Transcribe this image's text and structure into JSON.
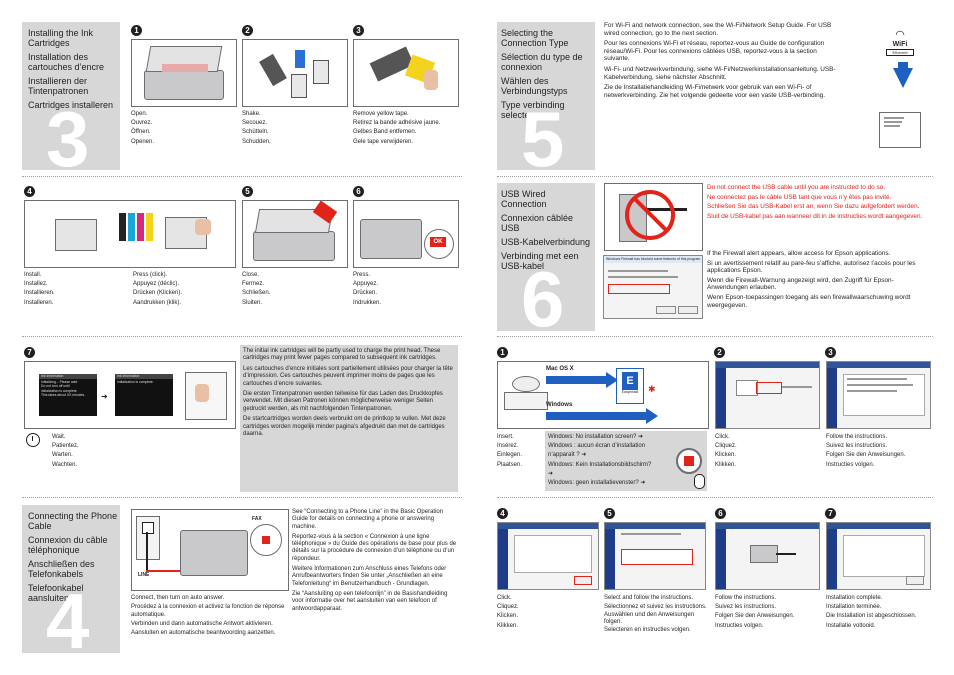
{
  "section3": {
    "titles": [
      "Installing the Ink Cartridges",
      "Installation des cartouches d’encre",
      "Installieren der Tintenpatronen",
      "Cartridges installeren"
    ],
    "number": "3",
    "step1": {
      "num": "1",
      "lines": [
        "Open.",
        "Ouvrez.",
        "Öffnen.",
        "Openen."
      ]
    },
    "step2": {
      "num": "2",
      "lines": [
        "Shake.",
        "Secouez.",
        "Schütteln.",
        "Schudden."
      ]
    },
    "step3": {
      "num": "3",
      "lines": [
        "Remove yellow tape.",
        "Retirez la bande adhésive jaune.",
        "Gelbes Band entfernen.",
        "Gele tape verwijderen."
      ]
    },
    "step4": {
      "num": "4",
      "lines_a": [
        "Install.",
        "Installez.",
        "Installieren.",
        "Installeren."
      ],
      "lines_b": [
        "Press (click).",
        "Appuyez (déclic).",
        "Drücken (Klicken).",
        "Aandrukken (klik)."
      ]
    },
    "step5": {
      "num": "5",
      "lines": [
        "Close.",
        "Fermez.",
        "Schließen.",
        "Sluiten."
      ]
    },
    "step6": {
      "num": "6",
      "lines": [
        "Press.",
        "Appuyez.",
        "Drücken.",
        "Indrukken."
      ],
      "ok": "OK"
    },
    "step7": {
      "num": "7",
      "lines": [
        "Wait.",
        "Patientez.",
        "Warten.",
        "Wachten."
      ],
      "screen1_title": "Ink Information",
      "screen1_lines": [
        "Initializing... Please wait.",
        "",
        "Do not turn off until",
        "initialization is complete.",
        "This takes about XX minutes."
      ],
      "screen2_title": "Ink Information",
      "screen2_lines": [
        "Initialization is complete."
      ]
    },
    "ink_note": [
      "The initial ink cartridges will be partly used to charge the print head. These cartridges may print fewer pages compared to subsequent ink cartridges.",
      "Les cartouches d’encre initiales sont partiellement utilisées pour charger la tête d’impression. Ces cartouches peuvent imprimer moins de pages que les cartouches d’encre suivantes.",
      "Die ersten Tintenpatronen werden teilweise für das Laden des Druckkopfes verwendet. Mit diesen Patronen können möglicherweise weniger Seiten gedruckt werden, als mit nachfolgenden Tintenpatronen.",
      "De startcartridges worden deels verbruikt om de printkop te vullen. Met deze cartridges worden mogelijk minder pagina’s afgedrukt dan met de cartridges daarna."
    ]
  },
  "section4": {
    "titles": [
      "Connecting the Phone Cable",
      "Connexion du câble téléphonique",
      "Anschließen des Telefonkabels",
      "Telefoonkabel aansluiten"
    ],
    "number": "4",
    "fax_label": "FAX",
    "line_label": "LINE",
    "lines": [
      "Connect, then turn on auto answer.",
      "Procédez à la connexion et activez la fonction de réponse automatique.",
      "Verbinden und dann automatische Antwort aktivieren.",
      "Aansluiten en automatische beantwoording aanzetten."
    ],
    "note": [
      "See “Connecting to a Phone Line” in the Basic Operation Guide for details on connecting a phone or answering machine.",
      "Reportez-vous à la section « Connexion à une ligne téléphonique » du Guide des opérations de base pour plus de détails sur la procédure de connexion d’un téléphone ou d’un répondeur.",
      "Weitere Informationen zum Anschluss eines Telefons oder Anrufbeantworters finden Sie unter „Anschließen an eine Telefonleitung“ im Benutzerhandbuch - Grundlagen.",
      "Zie “Aansluiting op een telefoonlijn” in de Basishandleiding voor informatie over het aansluiten van een telefoon of antwoordapparaat."
    ]
  },
  "section5": {
    "titles": [
      "Selecting the Connection Type",
      "Sélection du type de connexion",
      "Wählen des Verbindungstyps",
      "Type verbinding selecteren"
    ],
    "number": "5",
    "paras": [
      "For Wi-Fi and network connection, see the Wi-Fi/Network Setup Guide. For USB wired connection, go to the next section.",
      "Pour les connexions Wi-Fi et réseau, reportez-vous au Guide de configuration réseau/Wi-Fi. Pour les connexions câblées USB, reportez-vous à la section suivante.",
      "Wi-Fi- und Netzwerkverbindung, siehe Wi-Fi/Netzwerkinstallationsanleitung. USB-Kabelverbindung, siehe nächster Abschnitt.",
      "Zie de Installatiehandleiding Wi-Fi/netwerk voor gebruik van een Wi-Fi- of netwerkverbinding. Zie het volgende gedeelte voor een vaste USB-verbinding."
    ],
    "wifi_label": "WiFi",
    "ethernet_label": "Ethernet"
  },
  "section6": {
    "titles": [
      "USB Wired Connection",
      "Connexion câblée USB",
      "USB-Kabelverbindung",
      "Verbinding met een USB-kabel"
    ],
    "number": "6",
    "warning": [
      "Do not connect the USB cable until you are instructed to do so.",
      "Ne connectez pas le câble USB tant que vous n’y êtes pas invité.",
      "Schließen Sie das USB-Kabel erst an, wenn Sie dazu aufgefordert werden.",
      "Sluit de USB-kabel pas aan wanneer dit in de instructies wordt aangegeven."
    ],
    "firewall": [
      "If the Firewall alert appears, allow access for Epson applications.",
      "Si un avertissement relatif au pare-feu s’affiche, autorisez l’accès pour les applications Epson.",
      "Wenn die Firewall-Warnung angezeigt wird, den Zugriff für Epson-Anwendungen erlauben.",
      "Wenn Epson-toepassingen toegang als een firewallwaarschuwing wordt weergegeven."
    ],
    "firewall_dialog_title": "Windows Firewall has blocked some features of this program",
    "step1": {
      "num": "1",
      "lines": [
        "Insert.",
        "Insérez.",
        "Einlegen.",
        "Plaatsen."
      ],
      "mac_label": "Mac OS X",
      "windows_label": "Windows",
      "easy_label": "EasyInstall",
      "windows_notes": [
        "Windows: No installation screen?",
        "Windows : aucun écran d’installation n’apparaît ?",
        "Windows: Kein Installationsbildschirm?",
        "Windows: geen installatievenster?"
      ]
    },
    "step2": {
      "num": "2",
      "lines": [
        "Click.",
        "Cliquez.",
        "Klicken.",
        "Klikken."
      ]
    },
    "step3": {
      "num": "3",
      "lines": [
        "Follow the instructions.",
        "Suivez les instructions.",
        "Folgen Sie den Anweisungen.",
        "Instructies volgen."
      ]
    },
    "step4": {
      "num": "4",
      "lines": [
        "Click.",
        "Cliquez.",
        "Klicken.",
        "Klikken."
      ]
    },
    "step5": {
      "num": "5",
      "lines": [
        "Select and follow the instructions.",
        "Sélectionnez et suivez les instructions.",
        "Auswählen und den Anweisungen folgen.",
        "Selecteren en instructies volgen."
      ]
    },
    "step6": {
      "num": "6",
      "lines": [
        "Follow the instructions.",
        "Suivez les instructions.",
        "Folgen Sie den Anweisungen.",
        "Instructies volgen."
      ]
    },
    "step7": {
      "num": "7",
      "lines": [
        "Installation complete.",
        "Installation terminée.",
        "Die Installation ist abgeschlossen.",
        "Installatie voltooid."
      ]
    }
  },
  "colors": {
    "gray_panel": "#d7d7d7",
    "warning_red": "#e2231a",
    "blue": "#1f5fbf"
  }
}
